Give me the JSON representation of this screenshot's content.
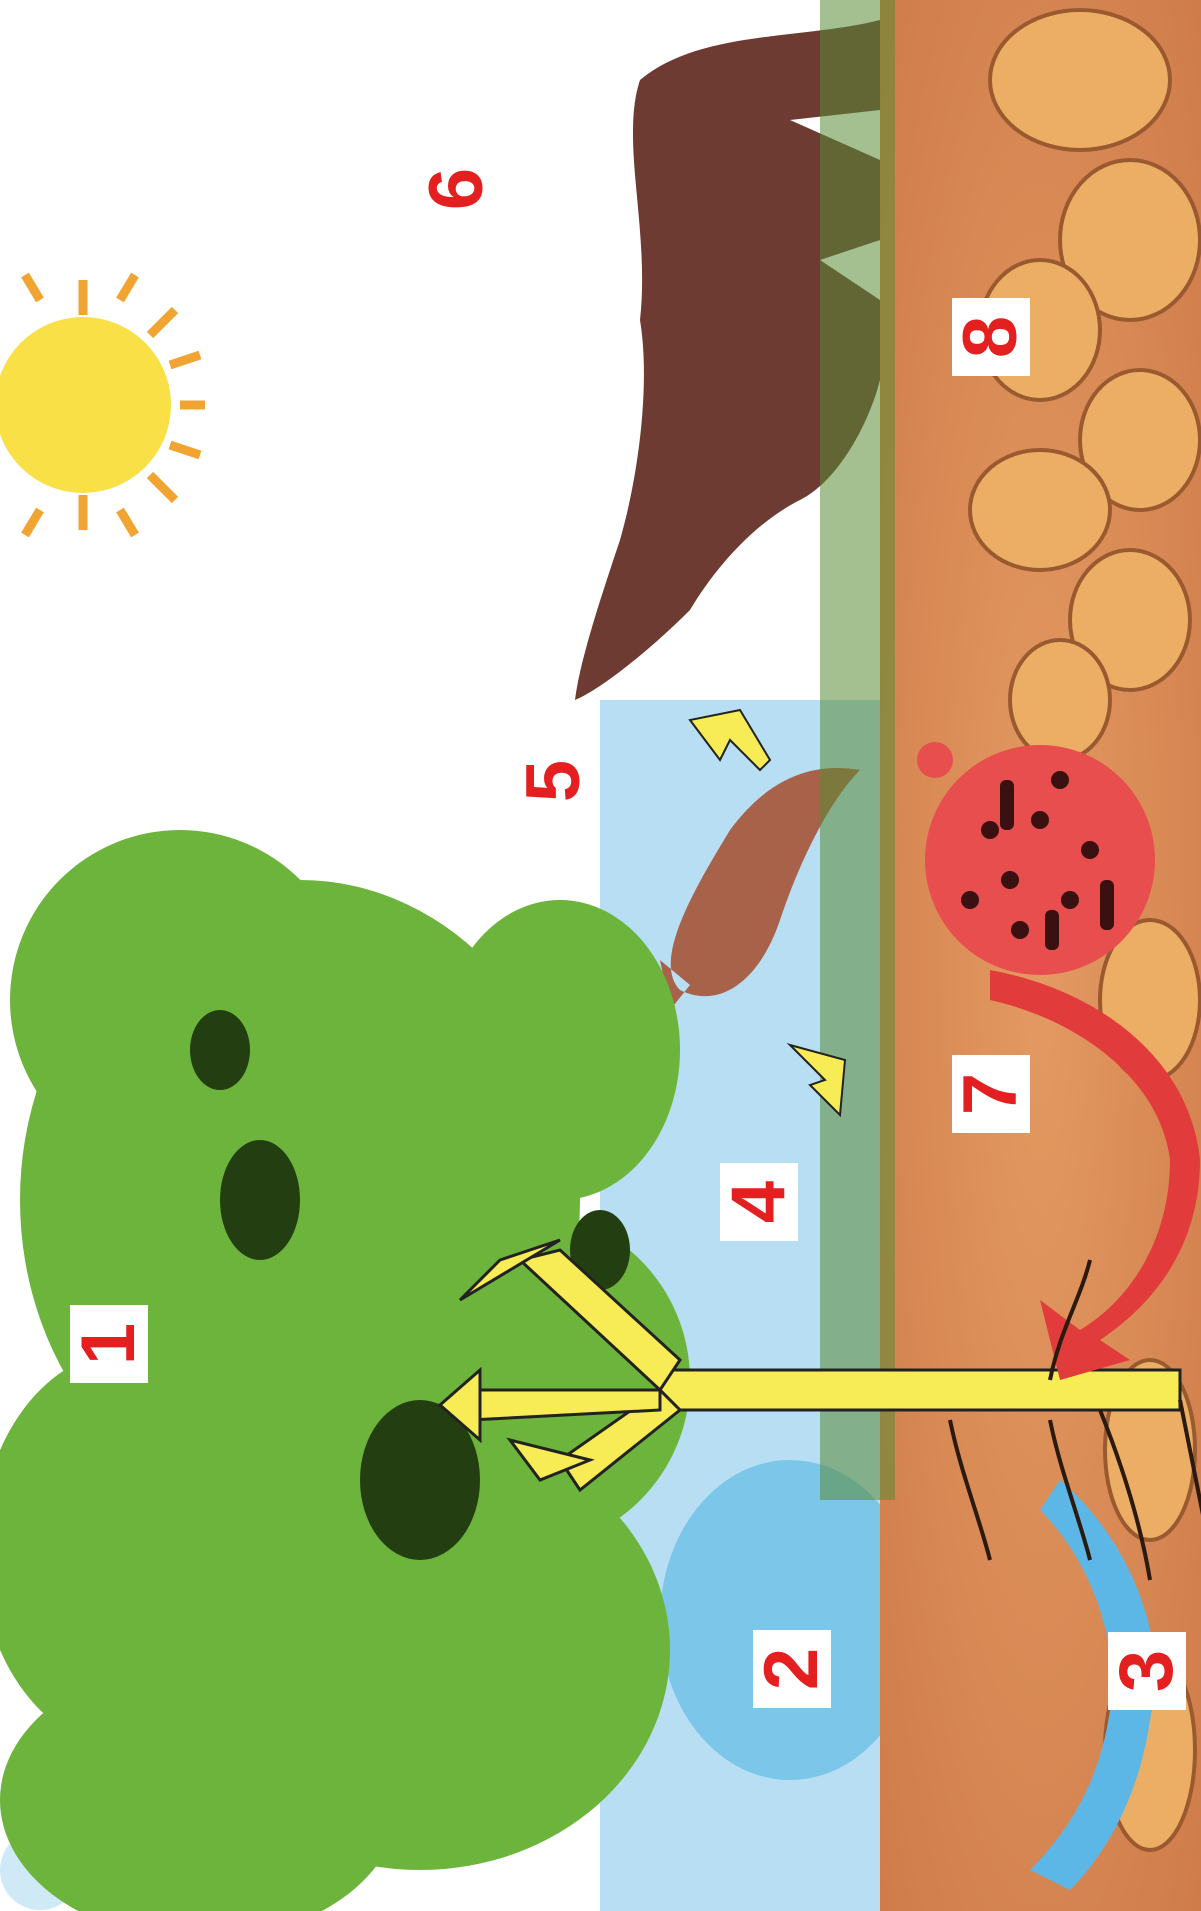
{
  "labels": {
    "l1": "1",
    "l2": "2",
    "l3": "3",
    "l4": "4",
    "l5": "5",
    "l6": "6",
    "l7": "7",
    "l8": "8"
  },
  "colors": {
    "sky": "#aed8ee",
    "soil": "#d98a55",
    "rock": "#ecae64",
    "foliage": "#6cb43c",
    "trunk_arrow": "#f7ec55",
    "return_arrow": "#e13b3b",
    "water_arrow": "#5db7e6",
    "sun": "#f8e046",
    "label_text": "#e41f1f"
  }
}
